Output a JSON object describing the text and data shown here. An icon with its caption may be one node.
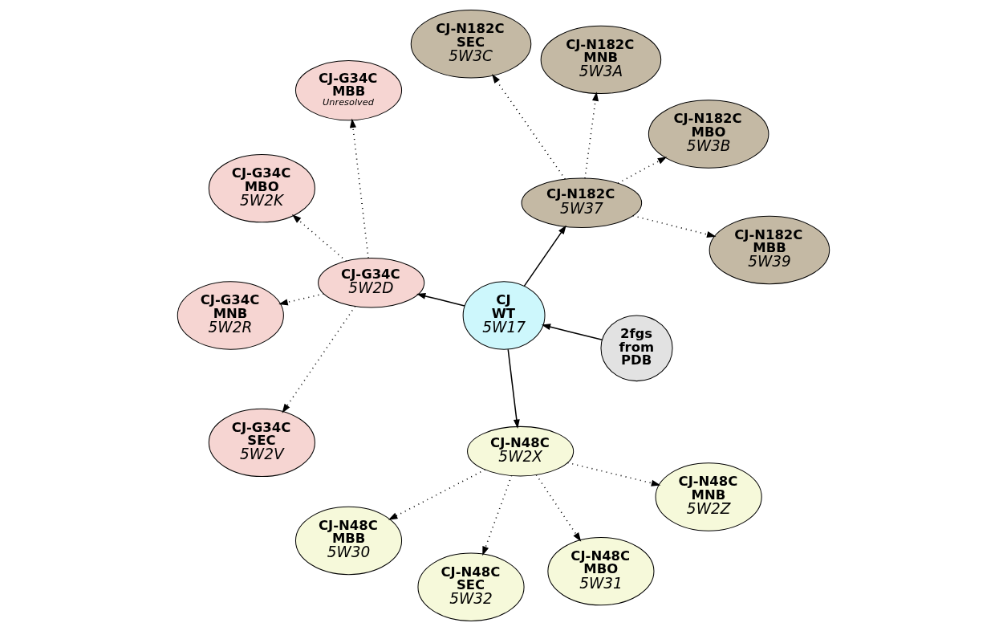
{
  "diagram": {
    "nodes": [
      {
        "text": [
          "CJ-N182C MBB",
          "5W39"
        ]
      },
      {
        "text": [
          "CJ-G34C MBB",
          "Unresolved"
        ]
      },
      {
        "text": [
          "CJ-N182C MBO",
          "5W3B"
        ]
      },
      {
        "text": [
          "CJ-G34C MBO",
          "5W2K"
        ]
      },
      {
        "text": [
          "2fgs from PDB"
        ]
      },
      {
        "text": [
          "CJ-N182C",
          "5W37"
        ]
      },
      {
        "text": [
          "CJ-G34C",
          "5W2D"
        ]
      },
      {
        "text": [
          "CJ-G34C MNB",
          "5W2R"
        ]
      },
      {
        "text": [
          "CJ-N182C MNB",
          "5W3A"
        ]
      },
      {
        "text": [
          "CJ WT",
          "5W17"
        ]
      },
      {
        "text": [
          "CJ-N182C SEC",
          "5W3C"
        ]
      },
      {
        "text": [
          "CJ-G34C SEC",
          "5W2V"
        ]
      },
      {
        "text": [
          "CJ-N48C MBB",
          "5W30"
        ]
      },
      {
        "text": [
          "CJ-N48C",
          "5W2X"
        ]
      },
      {
        "text": [
          "CJ-N48C SEC",
          "5W32"
        ]
      },
      {
        "text": [
          "CJ-N48C MBO",
          "5W31"
        ]
      },
      {
        "text": [
          "CJ-N48C MNB",
          "5W2Z"
        ]
      }
    ],
    "edges": [
      {
        "from": 4,
        "to": 9,
        "arrow": "to"
      },
      {
        "from": 9,
        "to": 5,
        "arrow": "to"
      },
      {
        "from": 9,
        "to": 6,
        "arrow": "to"
      },
      {
        "from": 9,
        "to": 13,
        "arrow": "to"
      },
      {
        "from": 5,
        "to": 2,
        "arrow": "to",
        "style": "dashed"
      },
      {
        "from": 5,
        "to": 0,
        "arrow": "to",
        "style": "dashed"
      },
      {
        "from": 5,
        "to": 8,
        "arrow": "to",
        "style": "dashed"
      },
      {
        "from": 5,
        "to": 10,
        "arrow": "to",
        "style": "dashed"
      },
      {
        "from": 6,
        "to": 1,
        "arrow": "to",
        "style": "dashed"
      },
      {
        "from": 6,
        "to": 3,
        "arrow": "to",
        "style": "dashed"
      },
      {
        "from": 6,
        "to": 7,
        "arrow": "to",
        "style": "dashed"
      },
      {
        "from": 6,
        "to": 11,
        "arrow": "to",
        "style": "dashed"
      },
      {
        "from": 13,
        "to": 12,
        "arrow": "to",
        "style": "dashed"
      },
      {
        "from": 13,
        "to": 14,
        "arrow": "to",
        "style": "dashed"
      },
      {
        "from": 13,
        "to": 15,
        "arrow": "to",
        "style": "dashed"
      },
      {
        "from": 13,
        "to": 16,
        "arrow": "to",
        "style": "dashed"
      }
    ]
  }
}
